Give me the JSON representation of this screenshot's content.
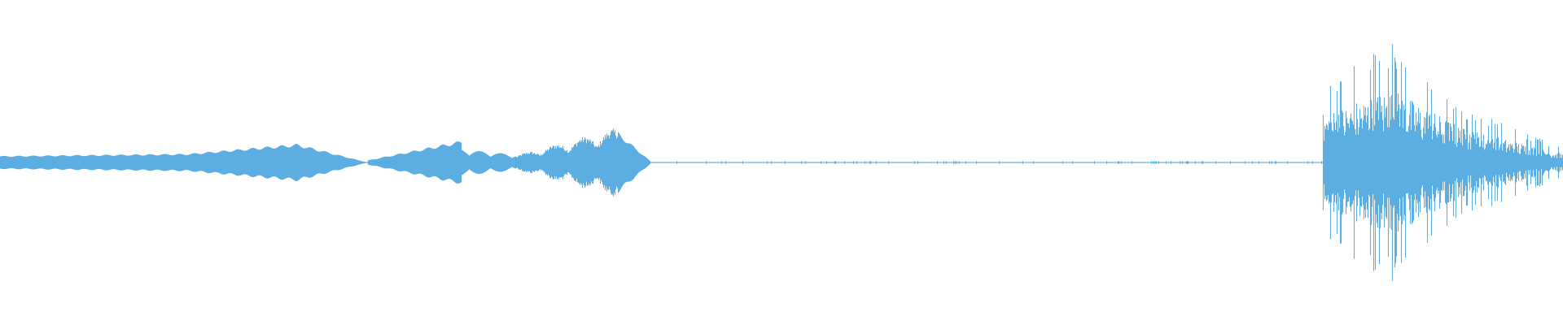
{
  "waveform": {
    "color": "#5DADE2",
    "background": "#FFFFFF",
    "envelope_segments": [
      {
        "t0": 0.0,
        "t1": 0.12,
        "a0": 0.06,
        "a1": 0.08,
        "texture": "smooth"
      },
      {
        "t0": 0.12,
        "t1": 0.19,
        "a0": 0.08,
        "a1": 0.17,
        "texture": "smooth"
      },
      {
        "t0": 0.19,
        "t1": 0.235,
        "a0": 0.17,
        "a1": 0.0,
        "texture": "smooth"
      },
      {
        "t0": 0.235,
        "t1": 0.295,
        "a0": 0.02,
        "a1": 0.2,
        "texture": "smooth"
      },
      {
        "t0": 0.295,
        "t1": 0.33,
        "a0": 0.12,
        "a1": 0.07,
        "texture": "wobbly"
      },
      {
        "t0": 0.33,
        "t1": 0.395,
        "a0": 0.06,
        "a1": 0.28,
        "texture": "spiky"
      },
      {
        "t0": 0.395,
        "t1": 0.416,
        "a0": 0.28,
        "a1": 0.01,
        "texture": "smooth"
      },
      {
        "t0": 0.416,
        "t1": 0.846,
        "a0": 0.01,
        "a1": 0.01,
        "texture": "silence"
      },
      {
        "t0": 0.846,
        "t1": 0.89,
        "a0": 0.55,
        "a1": 0.85,
        "texture": "transient"
      },
      {
        "t0": 0.89,
        "t1": 0.935,
        "a0": 0.85,
        "a1": 0.4,
        "texture": "transient"
      },
      {
        "t0": 0.935,
        "t1": 1.0,
        "a0": 0.4,
        "a1": 0.1,
        "texture": "transient"
      }
    ]
  }
}
